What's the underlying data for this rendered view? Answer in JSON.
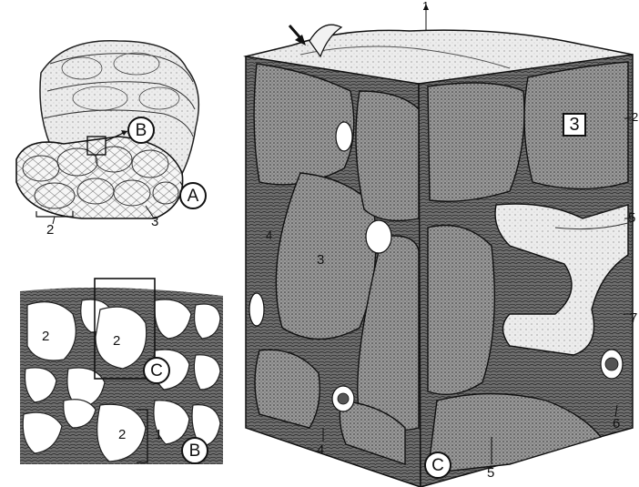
{
  "labels": {
    "panel_a": "A",
    "panel_b_top": "B",
    "panel_b_bottom": "B",
    "panel_c_marker": "C",
    "panel_c_main": "C",
    "a_num_2": "2",
    "a_num_3": "3",
    "b_num_2a": "2",
    "b_num_2b": "2",
    "b_num_2c": "2",
    "b_num_1": "1",
    "c_num_1": "1",
    "c_num_2": "2",
    "c_num_3_big": "3",
    "c_num_3": "3",
    "c_num_4a": "4",
    "c_num_4b": "4",
    "c_num_5a": "5",
    "c_num_5b": "5",
    "c_num_6": "6",
    "c_num_7": "7"
  },
  "colors": {
    "ink": "#111111",
    "paper": "#ffffff",
    "stipple_dark": "#8a8a8a",
    "stipple_light": "#dcdcdc"
  }
}
